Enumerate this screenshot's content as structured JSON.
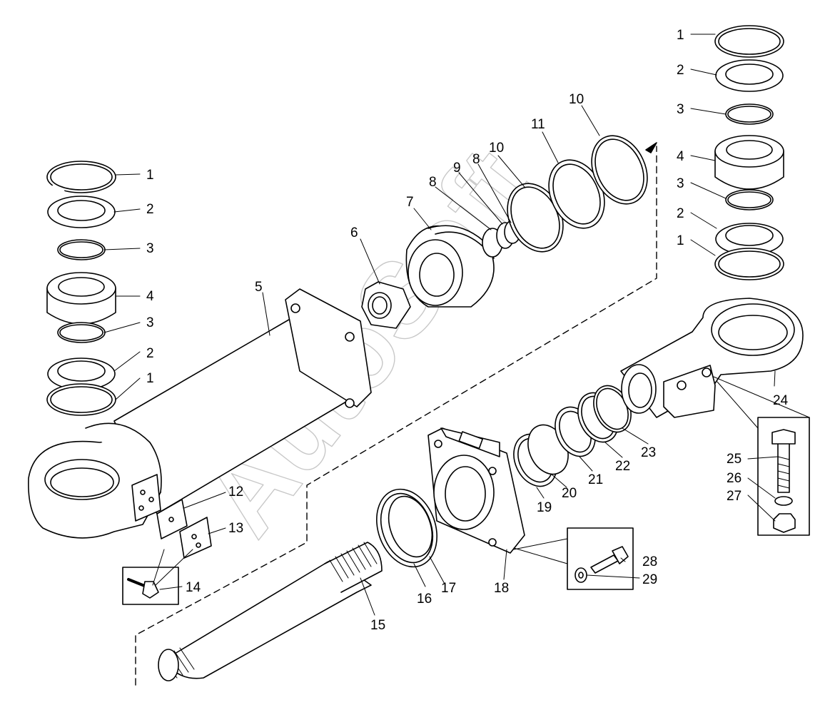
{
  "watermark": "AutoSoft",
  "callouts": {
    "l1a": "1",
    "l2a": "2",
    "l3a": "3",
    "l4": "4",
    "l3b": "3",
    "l2b": "2",
    "l1b": "1",
    "r1a": "1",
    "r2a": "2",
    "r3a": "3",
    "r4": "4",
    "r3b": "3",
    "r2b": "2",
    "r1b": "1",
    "c5": "5",
    "c6": "6",
    "c7": "7",
    "c8a": "8",
    "c9": "9",
    "c8b": "8",
    "c10a": "10",
    "c11": "11",
    "c10b": "10",
    "c12": "12",
    "c13": "13",
    "c14": "14",
    "c15": "15",
    "c16": "16",
    "c17": "17",
    "c18": "18",
    "c19": "19",
    "c20": "20",
    "c21": "21",
    "c22": "22",
    "c23": "23",
    "c24": "24",
    "c25": "25",
    "c26": "26",
    "c27": "27",
    "c28": "28",
    "c29": "29"
  }
}
